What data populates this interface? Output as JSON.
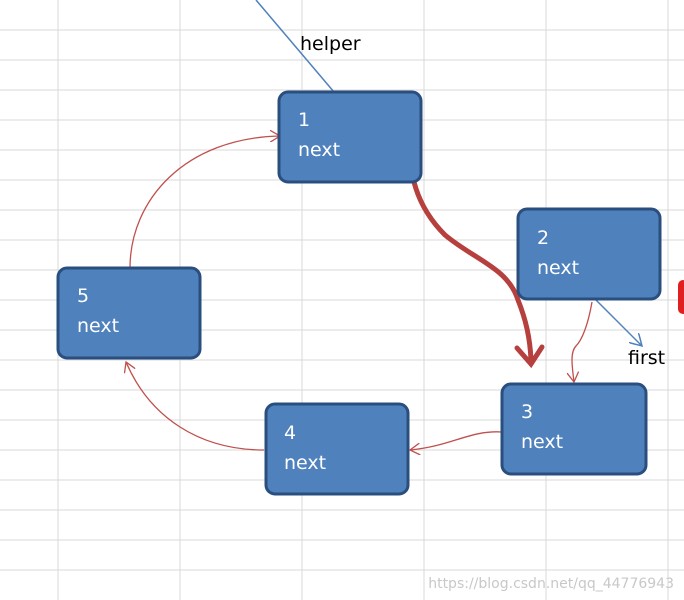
{
  "labels": {
    "helper": "helper",
    "first": "first"
  },
  "nodes": [
    {
      "value": "1",
      "field": "next"
    },
    {
      "value": "2",
      "field": "next"
    },
    {
      "value": "3",
      "field": "next"
    },
    {
      "value": "4",
      "field": "next"
    },
    {
      "value": "5",
      "field": "next"
    }
  ],
  "watermark": "https://blog.csdn.net/qq_44776943",
  "colors": {
    "node_fill": "#4f81bd",
    "node_border": "#2a4f7f",
    "arrow": "#c0504d",
    "pointer": "#4f81bd"
  }
}
